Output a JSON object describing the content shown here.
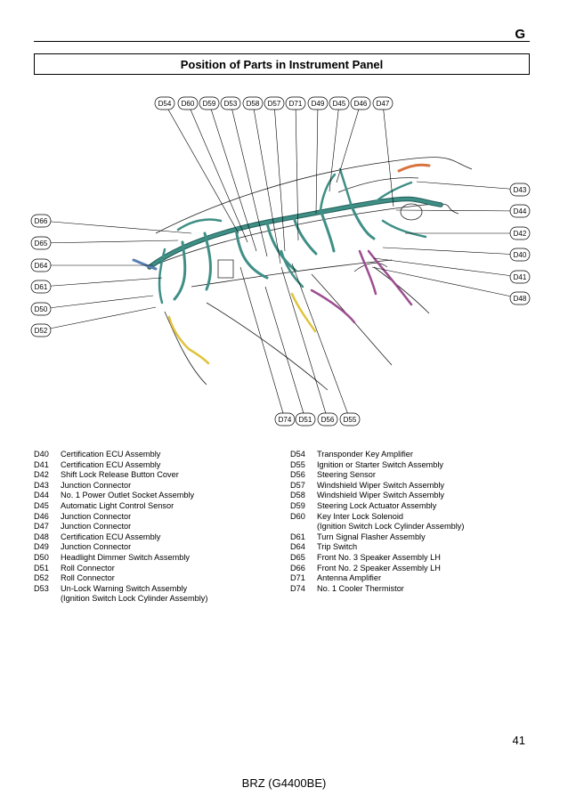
{
  "section_letter": "G",
  "title": "Position of Parts in Instrument Panel",
  "top_callouts": [
    "D54",
    "D60",
    "D59",
    "D53",
    "D58",
    "D57",
    "D71",
    "D49",
    "D45",
    "D46",
    "D47"
  ],
  "right_callouts": [
    "D43",
    "D44",
    "D42",
    "D40",
    "D41",
    "D48"
  ],
  "left_callouts": [
    "D66",
    "D65",
    "D64",
    "D61",
    "D50",
    "D52"
  ],
  "bottom_callouts": [
    "D74",
    "D51",
    "D56",
    "D55"
  ],
  "legend_left": [
    {
      "code": "D40",
      "desc": "Certification ECU Assembly"
    },
    {
      "code": "D41",
      "desc": "Certification ECU Assembly"
    },
    {
      "code": "D42",
      "desc": "Shift Lock Release Button Cover"
    },
    {
      "code": "D43",
      "desc": "Junction Connector"
    },
    {
      "code": "D44",
      "desc": "No. 1 Power Outlet Socket Assembly"
    },
    {
      "code": "D45",
      "desc": "Automatic Light Control Sensor"
    },
    {
      "code": "D46",
      "desc": "Junction Connector"
    },
    {
      "code": "D47",
      "desc": "Junction Connector"
    },
    {
      "code": "D48",
      "desc": "Certification ECU Assembly"
    },
    {
      "code": "D49",
      "desc": "Junction Connector"
    },
    {
      "code": "D50",
      "desc": "Headlight Dimmer Switch Assembly"
    },
    {
      "code": "D51",
      "desc": "Roll Connector"
    },
    {
      "code": "D52",
      "desc": "Roll Connector"
    },
    {
      "code": "D53",
      "desc": "Un-Lock Warning Switch Assembly"
    },
    {
      "code": "",
      "desc": "(Ignition Switch Lock Cylinder Assembly)"
    }
  ],
  "legend_right": [
    {
      "code": "D54",
      "desc": "Transponder Key Amplifier"
    },
    {
      "code": "D55",
      "desc": "Ignition or Starter Switch Assembly"
    },
    {
      "code": "D56",
      "desc": "Steering Sensor"
    },
    {
      "code": "D57",
      "desc": "Windshield Wiper Switch Assembly"
    },
    {
      "code": "D58",
      "desc": "Windshield Wiper Switch Assembly"
    },
    {
      "code": "D59",
      "desc": "Steering Lock Actuator Assembly"
    },
    {
      "code": "D60",
      "desc": "Key Inter Lock Solenoid"
    },
    {
      "code": "",
      "desc": "(Ignition Switch Lock Cylinder Assembly)"
    },
    {
      "code": "D61",
      "desc": "Turn Signal Flasher Assembly"
    },
    {
      "code": "D64",
      "desc": "Trip Switch"
    },
    {
      "code": "D65",
      "desc": "Front No. 3 Speaker Assembly LH"
    },
    {
      "code": "D66",
      "desc": "Front No. 2 Speaker Assembly LH"
    },
    {
      "code": "D71",
      "desc": "Antenna Amplifier"
    },
    {
      "code": "D74",
      "desc": "No. 1 Cooler Thermistor"
    }
  ],
  "page_number": "41",
  "footer_model": "BRZ (G4400BE)",
  "colors": {
    "harness_teal": "#3f8f86",
    "harness_dark": "#1f5d57",
    "wire_orange": "#d8733f",
    "wire_purple": "#9c4e90",
    "wire_yellow": "#e0c33c",
    "connector_blue": "#5a7fb3"
  }
}
